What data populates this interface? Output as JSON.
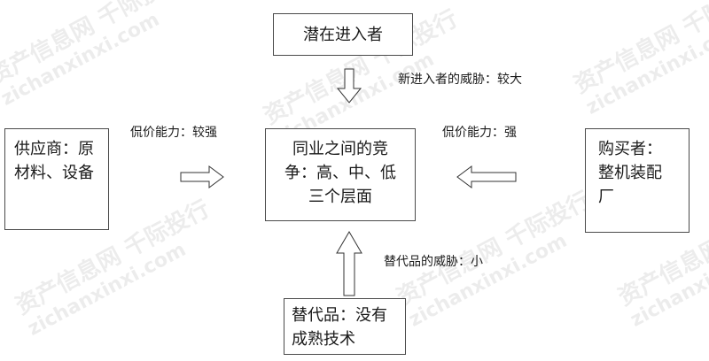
{
  "boxes": {
    "entrants": "潜在进入者",
    "industry": [
      "同业之间的竞",
      "争：高、中、低",
      "三个层面"
    ],
    "suppliers": [
      "供应商：原",
      "材料、设备"
    ],
    "buyers": [
      "购买者：",
      "整机装配",
      "厂"
    ],
    "substitutes": [
      "替代品：没有",
      "成熟技术"
    ]
  },
  "labels": {
    "entrant_threat": "新进入者的威胁：较大",
    "supplier_power": "侃价能力：较强",
    "buyer_power": "侃价能力：强",
    "substitute_threat": "替代品的威胁：小"
  },
  "watermark": {
    "text": "资产信息网 千际投行",
    "url": "zichanxinxi.com"
  }
}
